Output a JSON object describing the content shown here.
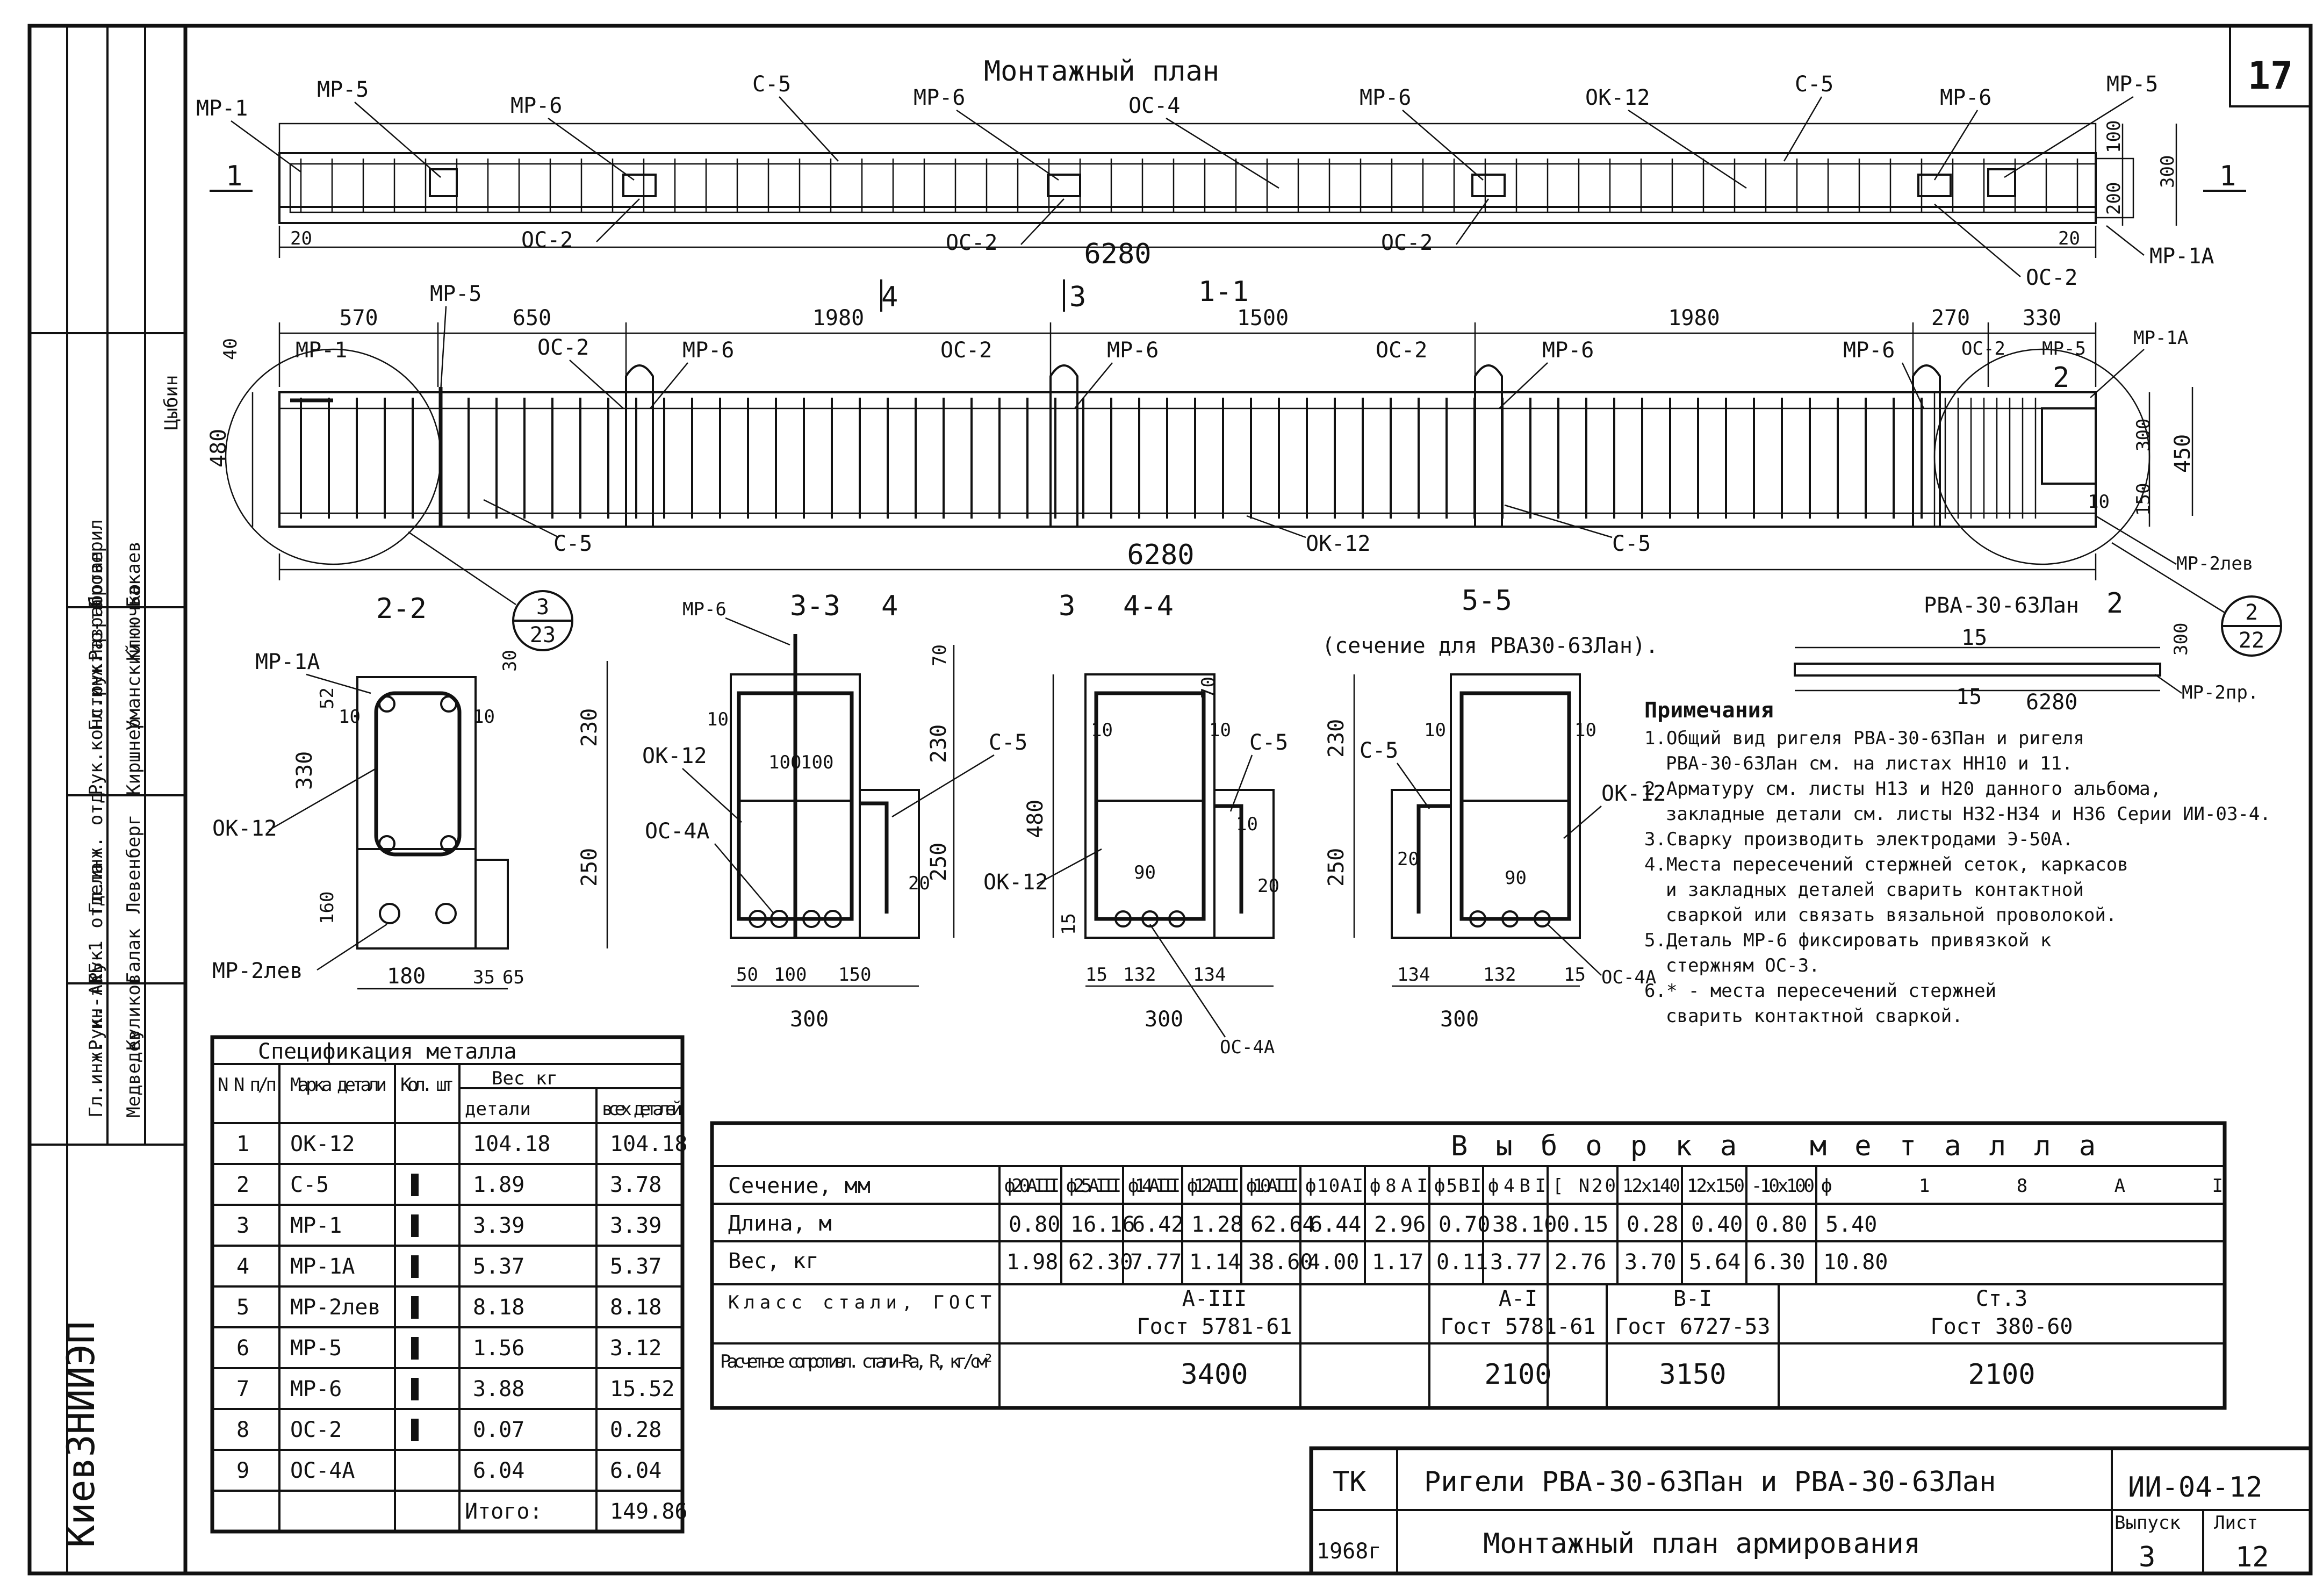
{
  "title": "Монтажный план",
  "sheet_corner": "17",
  "side_org": "КиевЗНИИЭП",
  "side_stamp_rows": [
    [
      "Гл.инж. ин-та",
      "Медведев"
    ],
    [
      "Рук. АКБ-1",
      "Куликов"
    ],
    [
      "Рук. отдела",
      "Галак"
    ],
    [
      "Гл.инж. отд.",
      "Левенберг"
    ],
    [
      "Рук.конструкт.",
      "Киршнер"
    ],
    [
      "Гл.инж.пр-та",
      "Уманский"
    ],
    [
      "Разработал",
      "Клюючко"
    ],
    [
      "Проверил",
      "Бакаев"
    ],
    [
      "",
      "Цыбин"
    ]
  ],
  "plan_labels": {
    "mr1": "МР-1",
    "mr5": "МР-5",
    "mr6": "МР-6",
    "c5": "С-5",
    "oc4": "ОС-4",
    "ok12": "ОК-12",
    "oc2": "ОС-2",
    "mr1a": "МР-1А",
    "mr2lev": "МР-2лев",
    "mr2pr": "МР-2пр.",
    "oc4a": "ОС-4А",
    "section1": "1",
    "l6280": "6280",
    "d20": "20",
    "d100": "100",
    "d200": "200",
    "d300": "300",
    "cut11": "1-1",
    "cut4": "4",
    "cut3": "3"
  },
  "elev_dims": [
    "570",
    "650",
    "1980",
    "1500",
    "1980",
    "270",
    "330"
  ],
  "elev_side": {
    "d40": "40",
    "d480": "480",
    "d450": "450",
    "d300": "300",
    "d150": "150",
    "d10": "10",
    "d2": "2"
  },
  "callouts": [
    {
      "top": "3",
      "bottom": "23"
    },
    {
      "top": "2",
      "bottom": "22"
    }
  ],
  "sections": {
    "s22": "2-2",
    "s33": "3-3",
    "s44": "4-4",
    "s55": "5-5",
    "s55_note": "(сечение для РВА30-63Лан).",
    "rva": "РВА-30-63Лан",
    "d52": "52",
    "d330": "330",
    "d230": "230",
    "d250": "250",
    "d160": "160",
    "d10": "10",
    "d180": "180",
    "d35": "35",
    "d65": "65",
    "d70": "70",
    "d100": "100",
    "d30": "30",
    "d50": "50",
    "d150": "150",
    "d15": "15",
    "d134": "134",
    "d132": "132",
    "d90": "90",
    "d20": "20",
    "d480": "480"
  },
  "notes_title": "Примечания",
  "notes": [
    "1.Общий вид ригеля РВА-30-63Пан и ригеля",
    "РВА-30-63Лан см. на листах НН10 и 11.",
    "2.Арматуру см. листы Н13 и Н20 данного альбома,",
    "закладные детали см. листы Н32-Н34 и Н36 Серии ИИ-03-4.",
    "3.Сварку производить электродами Э-50А.",
    "4.Места пересечений стержней сеток, каркасов",
    "и закладных деталей сварить контактной",
    "сваркой или связать вязальной проволокой.",
    "5.Деталь МР-6 фиксировать привязкой к",
    "стержням ОС-3.",
    "6.* - места пересечений стержней",
    "сварить контактной сваркой."
  ],
  "spec": {
    "title": "Спецификация металла",
    "head": {
      "n": "N N п/п",
      "mark": "Марка детали",
      "qty": "Кол. шт",
      "weight": "Вес кг",
      "detail": "детали",
      "all": "всех деталей"
    },
    "rows": [
      {
        "n": "1",
        "mark": "ОК-12",
        "detail": "104.18",
        "all": "104.18"
      },
      {
        "n": "2",
        "mark": "С-5",
        "detail": "1.89",
        "all": "3.78"
      },
      {
        "n": "3",
        "mark": "МР-1",
        "detail": "3.39",
        "all": "3.39"
      },
      {
        "n": "4",
        "mark": "МР-1А",
        "detail": "5.37",
        "all": "5.37"
      },
      {
        "n": "5",
        "mark": "МР-2лев",
        "detail": "8.18",
        "all": "8.18"
      },
      {
        "n": "6",
        "mark": "МР-5",
        "detail": "1.56",
        "all": "3.12"
      },
      {
        "n": "7",
        "mark": "МР-6",
        "detail": "3.88",
        "all": "15.52"
      },
      {
        "n": "8",
        "mark": "ОС-2",
        "detail": "0.07",
        "all": "0.28"
      },
      {
        "n": "9",
        "mark": "ОС-4А",
        "detail": "6.04",
        "all": "6.04"
      }
    ],
    "total_label": "Итого:",
    "total": "149.86"
  },
  "vyborka": {
    "title": "Выборка металла",
    "row_labels": {
      "sec": "Сечение, мм",
      "len": "Длина, м",
      "wt": "Вес, кг",
      "cls": "Класс стали, ГОСТ",
      "rs": "Расчетное сопротивл. стали-Ra, R, кг/см²"
    },
    "cols": [
      "ф20АIII",
      "ф25АIII",
      "ф14АIII",
      "ф12АIII",
      "ф10АIII",
      "ф10АI",
      "ф8АI",
      "ф5ВI",
      "ф4ВI",
      "[ N20",
      "12x140",
      "12x150",
      "-10x100",
      "ф18АI"
    ],
    "lengths": [
      "0.80",
      "16.16",
      "6.42",
      "1.28",
      "62.64",
      "6.44",
      "2.96",
      "0.70",
      "38.10",
      "0.15",
      "0.28",
      "0.40",
      "0.80",
      "5.40"
    ],
    "weights": [
      "1.98",
      "62.30",
      "7.77",
      "1.14",
      "38.60",
      "4.00",
      "1.17",
      "0.11",
      "3.77",
      "2.76",
      "3.70",
      "5.64",
      "6.30",
      "10.80"
    ],
    "class_groups": [
      {
        "name": "А-III",
        "gost": "Гост 5781-61",
        "rs": "3400"
      },
      {
        "name": "А-I",
        "gost": "Гост 5781-61",
        "rs": "2100"
      },
      {
        "name": "В-I",
        "gost": "Гост 6727-53",
        "rs": "3150"
      },
      {
        "name": "Ст.3",
        "gost": "Гост 380-60",
        "rs": "2100"
      }
    ]
  },
  "titleblock": {
    "tk": "ТК",
    "year": "1968г",
    "name": "Ригели РВА-30-63Пан и РВА-30-63Лан",
    "sub": "Монтажный план армирования",
    "code": "ИИ-04-12",
    "vyp_label": "Выпуск",
    "list_label": "Лист",
    "vyp": "3",
    "list": "12"
  }
}
